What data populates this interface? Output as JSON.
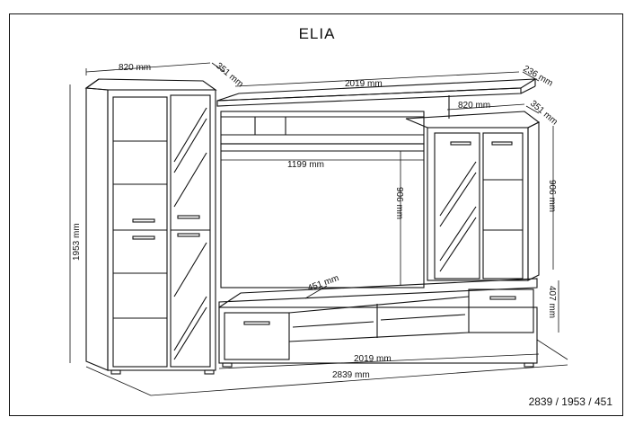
{
  "title": "ELIA",
  "overall_dimensions": "2839 / 1953 / 451",
  "dimensions": {
    "tall_cabinet_width": "820 mm",
    "tall_cabinet_depth": "351 mm",
    "tall_cabinet_height": "1953 mm",
    "shelf_width": "2019 mm",
    "shelf_depth": "236 mm",
    "wall_cabinet_width": "820 mm",
    "wall_cabinet_depth": "351 mm",
    "wall_cabinet_height": "906 mm",
    "tv_opening_width": "1199 mm",
    "tv_opening_height": "906 mm",
    "tv_stand_depth": "451 mm",
    "tv_stand_height": "407 mm",
    "tv_stand_width": "2019 mm",
    "total_width": "2839 mm"
  }
}
